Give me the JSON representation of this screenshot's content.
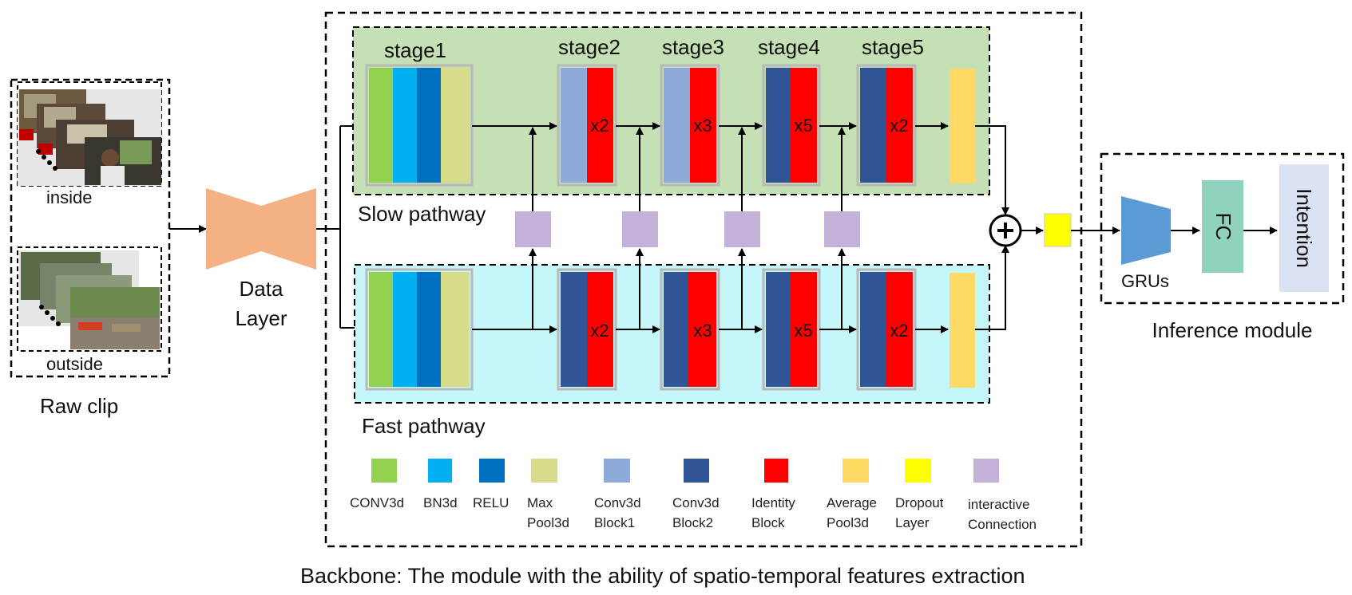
{
  "raw_clip": {
    "title": "Raw clip",
    "inside_label": "inside",
    "outside_label": "outside"
  },
  "data_layer": {
    "line1": "Data",
    "line2": "Layer"
  },
  "backbone": {
    "caption": "Backbone: The module with the ability of spatio-temporal features extraction",
    "stages": [
      "stage1",
      "stage2",
      "stage3",
      "stage4",
      "stage5"
    ],
    "slow_label": "Slow pathway",
    "fast_label": "Fast pathway",
    "multipliers": [
      "x2",
      "x3",
      "x5",
      "x2"
    ],
    "fuse_symbol": "+"
  },
  "inference": {
    "title": "Inference module",
    "grus_label": "GRUs",
    "fc_label": "FC",
    "intention_label": "Intention"
  },
  "legend": [
    {
      "line1": "CONV3d",
      "line2": "",
      "color": "#92d050"
    },
    {
      "line1": "BN3d",
      "line2": "",
      "color": "#00b0f0"
    },
    {
      "line1": "RELU",
      "line2": "",
      "color": "#0070c0"
    },
    {
      "line1": "Max",
      "line2": "Pool3d",
      "color": "#d6dc8a"
    },
    {
      "line1": "Conv3d",
      "line2": "Block1",
      "color": "#8eaadb"
    },
    {
      "line1": "Conv3d",
      "line2": "Block2",
      "color": "#2f5597"
    },
    {
      "line1": "Identity",
      "line2": "Block",
      "color": "#ff0000"
    },
    {
      "line1": "Average",
      "line2": "Pool3d",
      "color": "#ffd966"
    },
    {
      "line1": "Dropout",
      "line2": "Layer",
      "color": "#ffff00"
    },
    {
      "line1": "interactive",
      "line2": "Connection",
      "color": "#c3b1d9"
    }
  ],
  "colors": {
    "slow_bg": "#c5e0b4",
    "fast_bg": "#c5f7fa",
    "data_layer": "#f4b183",
    "grus": "#5b9bd5",
    "fc": "#8fd3bf",
    "intention": "#dae3f3"
  }
}
